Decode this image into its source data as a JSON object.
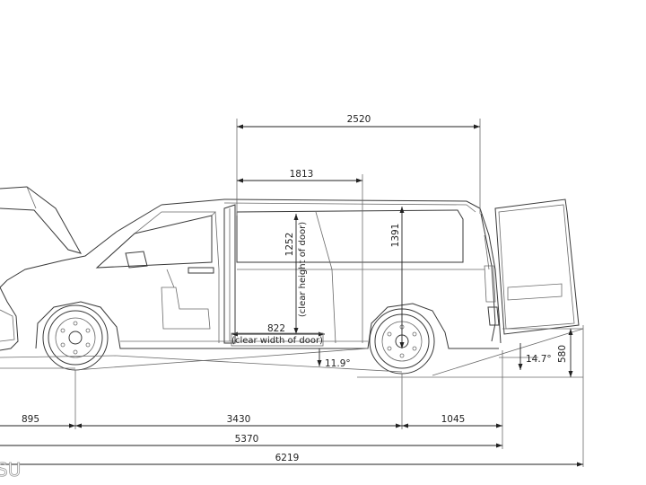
{
  "drawing": {
    "colors": {
      "line": "#3a3a3a",
      "dimension": "#222222",
      "background": "#ffffff"
    }
  },
  "dimensions": {
    "cargo_length": "2520",
    "side_door_width": "1813",
    "clear_height_value": "1252",
    "clear_height_label": "(clear height of door)",
    "cargo_height": "1391",
    "clear_width_value": "822",
    "clear_width_label": "(clear width of door)",
    "ramp_angle": "11.9°",
    "departure_angle": "14.7°",
    "rear_ground_height": "580",
    "front_overhang": "895",
    "wheelbase": "3430",
    "rear_overhang": "1045",
    "length_body": "5370",
    "length_total": "6219"
  },
  "watermark": {
    "text": "SU"
  }
}
